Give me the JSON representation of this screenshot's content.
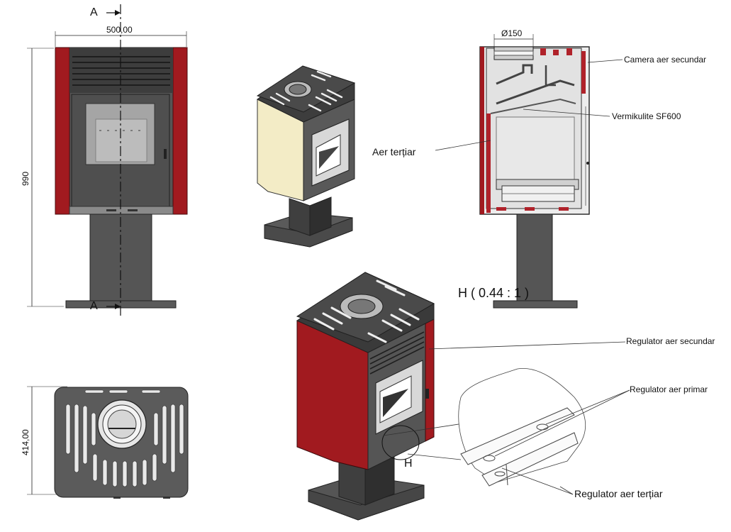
{
  "section_marker": "A",
  "dimensions": {
    "width": "500,00",
    "height": "990",
    "depth": "414,00",
    "flue_diameter": "Ø150"
  },
  "detail": {
    "marker": "H",
    "scale_caption": "H ( 0.44 : 1 )"
  },
  "callouts": {
    "secondary_air_chamber": "Camera aer secundar",
    "vermiculite": "Vermikulite SF600",
    "tertiary_air": "Aer terțiar",
    "secondary_air_regulator": "Regulator aer secundar",
    "primary_air_regulator": "Regulator aer primar",
    "tertiary_air_regulator": "Regulator aer terțiar"
  },
  "colors": {
    "side_panel_red": "#a11a1f",
    "cream_panel": "#f3ecc6",
    "steel_dark": "#4a4a4a",
    "steel_mid": "#6b6b6b",
    "glass": "#d4d4d4"
  }
}
